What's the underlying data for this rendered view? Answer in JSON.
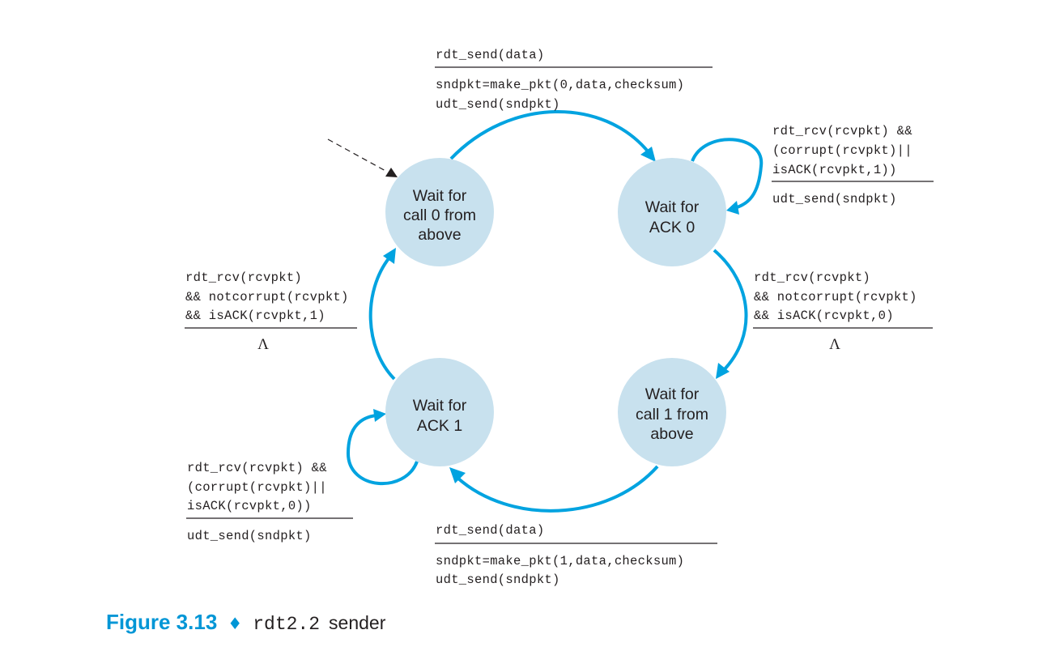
{
  "states": {
    "call0": [
      "Wait for",
      "call 0 from",
      "above"
    ],
    "ack0": [
      "Wait for",
      "ACK 0"
    ],
    "call1": [
      "Wait for",
      "call 1 from",
      "above"
    ],
    "ack1": [
      "Wait for",
      "ACK 1"
    ]
  },
  "transitions": {
    "call0_to_ack0": {
      "event": [
        "rdt_send(data)"
      ],
      "actions": [
        "sndpkt=make_pkt(0,data,checksum)",
        "udt_send(sndpkt)"
      ]
    },
    "ack0_self": {
      "event": [
        "rdt_rcv(rcvpkt) &&",
        "(corrupt(rcvpkt)||",
        "isACK(rcvpkt,1))"
      ],
      "actions": [
        "udt_send(sndpkt)"
      ]
    },
    "ack0_to_call1": {
      "event": [
        "rdt_rcv(rcvpkt)",
        "&& notcorrupt(rcvpkt)",
        "&& isACK(rcvpkt,0)"
      ],
      "actions": [
        "Λ"
      ]
    },
    "call1_to_ack1": {
      "event": [
        "rdt_send(data)"
      ],
      "actions": [
        "sndpkt=make_pkt(1,data,checksum)",
        "udt_send(sndpkt)"
      ]
    },
    "ack1_self": {
      "event": [
        "rdt_rcv(rcvpkt) &&",
        "(corrupt(rcvpkt)||",
        "isACK(rcvpkt,0))"
      ],
      "actions": [
        "udt_send(sndpkt)"
      ]
    },
    "ack1_to_call0": {
      "event": [
        "rdt_rcv(rcvpkt)",
        "&& notcorrupt(rcvpkt)",
        "&& isACK(rcvpkt,1)"
      ],
      "actions": [
        "Λ"
      ]
    }
  },
  "caption": {
    "figure": "Figure 3.13",
    "separator": "♦",
    "code": "rdt2.2",
    "text": "sender"
  },
  "colors": {
    "state_fill": "#c8e1ee",
    "arrow": "#00a3e0",
    "caption_accent": "#0096d6",
    "text": "#231f20"
  }
}
